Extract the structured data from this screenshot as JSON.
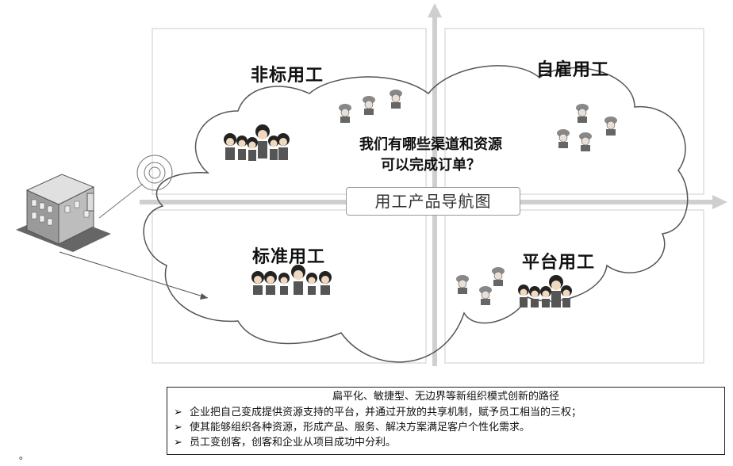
{
  "quadrants": {
    "top_left": "非标用工",
    "top_right": "自雇用工",
    "bottom_left": "标准用工",
    "bottom_right": "平台用工"
  },
  "center_question": [
    "我们有哪些渠道和资源",
    "可以完成订单？"
  ],
  "center_label": "用工产品导航图",
  "info_box": {
    "title": "扁平化、敏捷型、无边界等新组织模式创新的路径",
    "bullets": [
      "企业把自己变成提供资源支持的平台，并通过开放的共享机制，赋予员工相当的三权；",
      "使其能够组织各种资源，形成产品、服务、解决方案满足客户个性化需求。",
      "员工变创客，创客和企业从项目成功中分利。"
    ],
    "bullet_marker": "➢"
  },
  "footnote": "。",
  "colors": {
    "cloud_stroke": "#555555",
    "axis": "#cfcfcf",
    "grid": "#cccccc",
    "text": "#111111"
  },
  "icons": [
    "factory-icon",
    "target-icon",
    "people-group-icon",
    "worker-icon"
  ]
}
